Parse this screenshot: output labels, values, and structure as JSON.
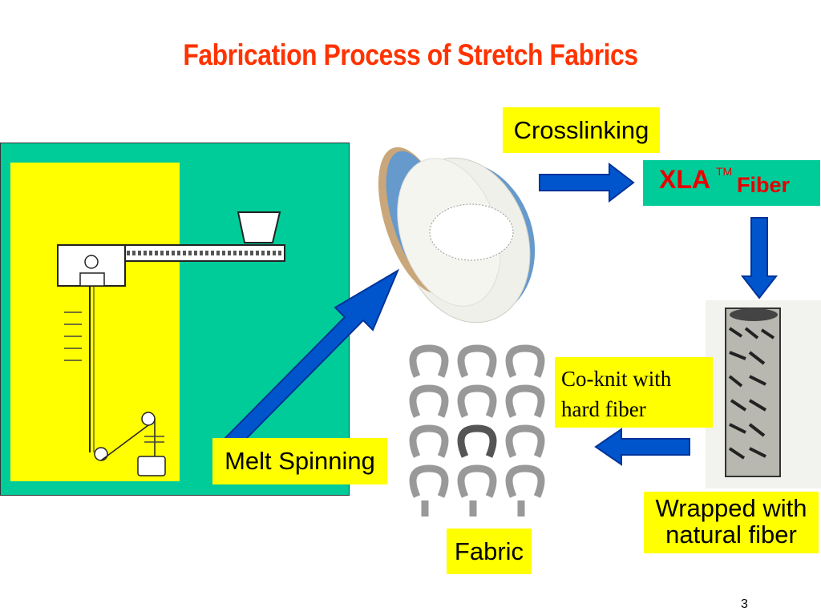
{
  "title": "Fabrication Process of Stretch Fabrics",
  "labels": {
    "melt_spinning": "Melt Spinning",
    "crosslinking": "Crosslinking",
    "xla": "XLA",
    "tm": "TM",
    "fiber": "Fiber",
    "wrapped": "Wrapped with natural fiber",
    "coknit": "Co-knit with hard fiber",
    "fabric": "Fabric"
  },
  "page_number": "3",
  "colors": {
    "title": "#ff3300",
    "panel_green": "#00cc99",
    "label_yellow": "#ffff00",
    "arrow_blue": "#0055cc",
    "xla_red": "#e60000"
  }
}
